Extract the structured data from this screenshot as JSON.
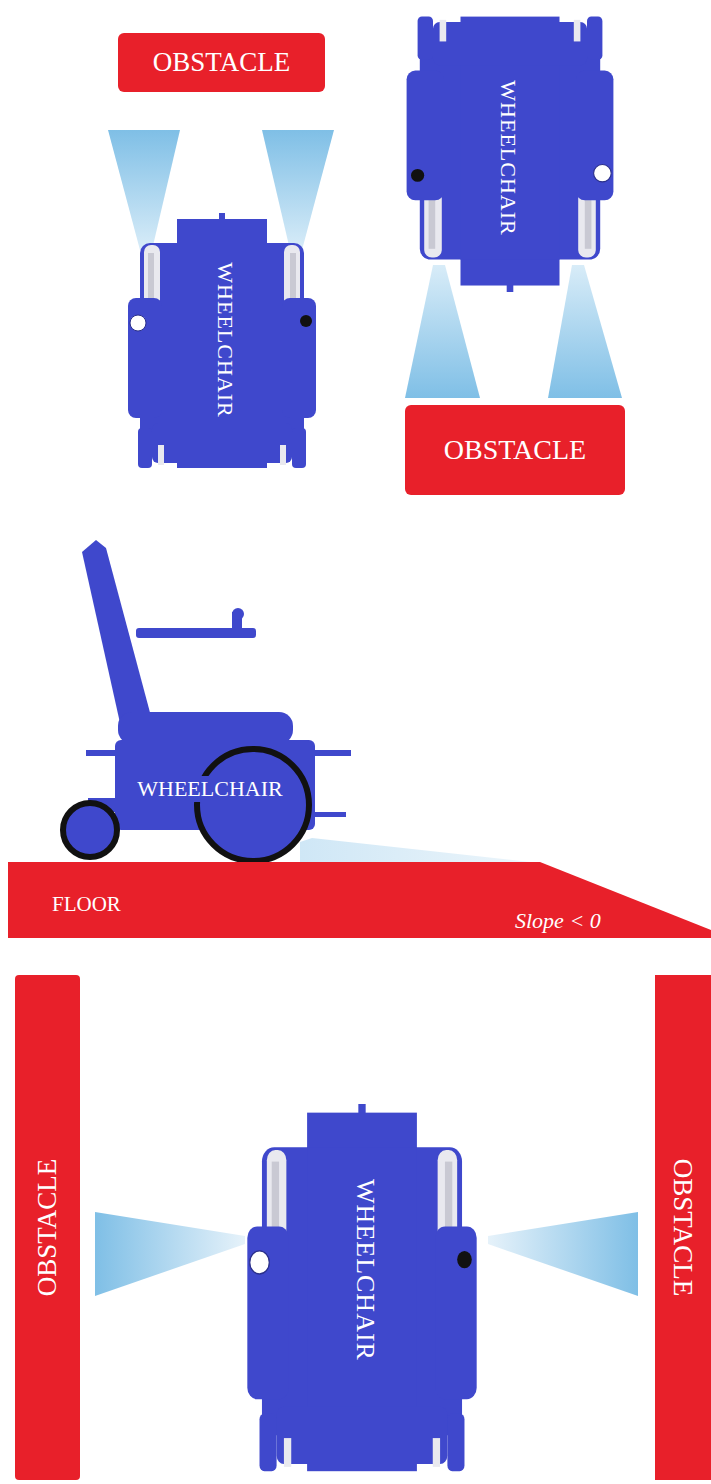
{
  "diagram": {
    "nodes": [
      {
        "text": [
          "OBSTACLE"
        ]
      },
      {
        "text": [
          "WHEELCHAIR"
        ]
      },
      {
        "text": [
          "WHEELCHAIR"
        ]
      },
      {
        "text": [
          "OBSTACLE"
        ]
      },
      {
        "text": [
          "WHEELCHAIR"
        ]
      },
      {
        "text": [
          "FLOOR",
          "Slope < 0"
        ]
      },
      {
        "text": [
          "OBSTACLE"
        ]
      },
      {
        "text": [
          "WHEELCHAIR"
        ]
      },
      {
        "text": [
          "OBSTACLE"
        ]
      }
    ]
  }
}
